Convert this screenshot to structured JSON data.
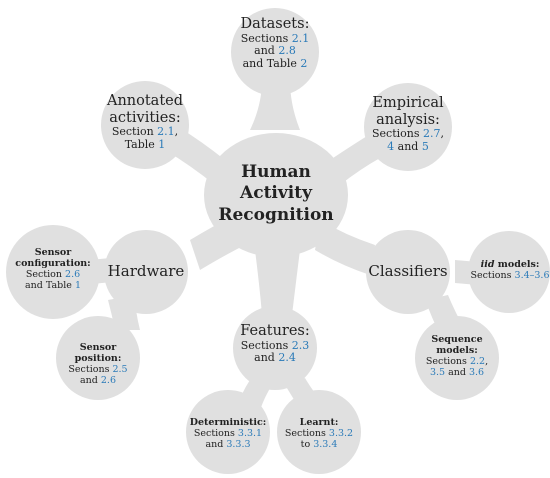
{
  "center": {
    "line1": "Human",
    "line2": "Activity",
    "line3": "Recognition"
  },
  "datasets": {
    "title": "Datasets:",
    "l2_pre": "Sections ",
    "ref1": "2.1",
    "l3_pre": "and ",
    "ref2": "2.8",
    "l4_pre": "and Table ",
    "ref3": "2"
  },
  "annotated": {
    "title1": "Annotated",
    "title2": "activities:",
    "l3_pre": "Section ",
    "ref1": "2.1",
    "l3_post": ",",
    "l4_pre": "Table ",
    "ref2": "1"
  },
  "empirical": {
    "title1": "Empirical",
    "title2": "analysis:",
    "l3_pre": "Sections ",
    "ref1": "2.7",
    "l3_post": ",",
    "ref2": "4",
    "l4_mid": " and ",
    "ref3": "5"
  },
  "hardware": {
    "title": "Hardware"
  },
  "sensor_config": {
    "title1": "Sensor",
    "title2": "configuration:",
    "l3_pre": "Section ",
    "ref1": "2.6",
    "l4_pre": "and Table ",
    "ref2": "1"
  },
  "sensor_position": {
    "title": "Sensor position:",
    "l2_pre": "Sections ",
    "ref1": "2.5",
    "l3_pre": "and ",
    "ref2": "2.6"
  },
  "classifiers": {
    "title": "Classifiers"
  },
  "iid": {
    "title_italic": "iid",
    "title_rest": " models:",
    "l2_pre": "Sections ",
    "ref1": "3.4",
    "dash": "–",
    "ref2": "3.6"
  },
  "sequence": {
    "title1": "Sequence",
    "title2": "models:",
    "l3_pre": "Sections ",
    "ref1": "2.2",
    "l3_post": ",",
    "ref2": "3.5",
    "l4_mid": " and ",
    "ref3": "3.6"
  },
  "features": {
    "title": "Features:",
    "l2_pre": "Sections ",
    "ref1": "2.3",
    "l3_pre": "and ",
    "ref2": "2.4"
  },
  "deterministic": {
    "title": "Deterministic:",
    "l2_pre": "Sections ",
    "ref1": "3.3.1",
    "l3_pre": "and ",
    "ref2": "3.3.3"
  },
  "learnt": {
    "title": "Learnt:",
    "l2_pre": "Sections ",
    "ref1": "3.3.2",
    "l3_pre": "to ",
    "ref2": "3.3.4"
  },
  "colors": {
    "bubble": "#e0e0e0",
    "ref": "#2a7ab8",
    "text": "#222222"
  }
}
